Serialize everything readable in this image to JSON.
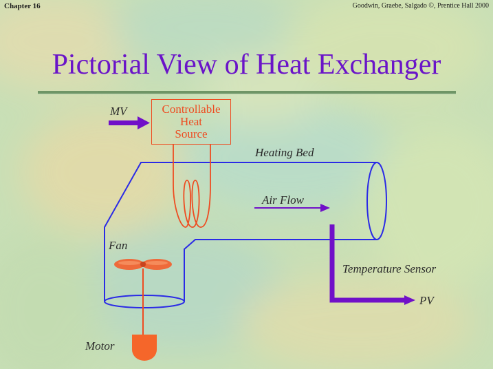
{
  "header": {
    "chapter": "Chapter 16",
    "credit": "Goodwin, Graebe, Salgado ©, Prentice Hall 2000"
  },
  "title": "Pictorial View of Heat Exchanger",
  "diagram": {
    "labels": {
      "mv": "MV",
      "heat_source": "Controllable\nHeat\nSource",
      "heating_bed": "Heating Bed",
      "air_flow": "Air Flow",
      "fan": "Fan",
      "temperature_sensor": "Temperature Sensor",
      "pv": "PV",
      "motor": "Motor"
    },
    "colors": {
      "title": "#6a14c8",
      "duct": "#2a2ae6",
      "heater": "#ee4b20",
      "arrows": "#7010c8",
      "motor": "#f5662a"
    }
  }
}
